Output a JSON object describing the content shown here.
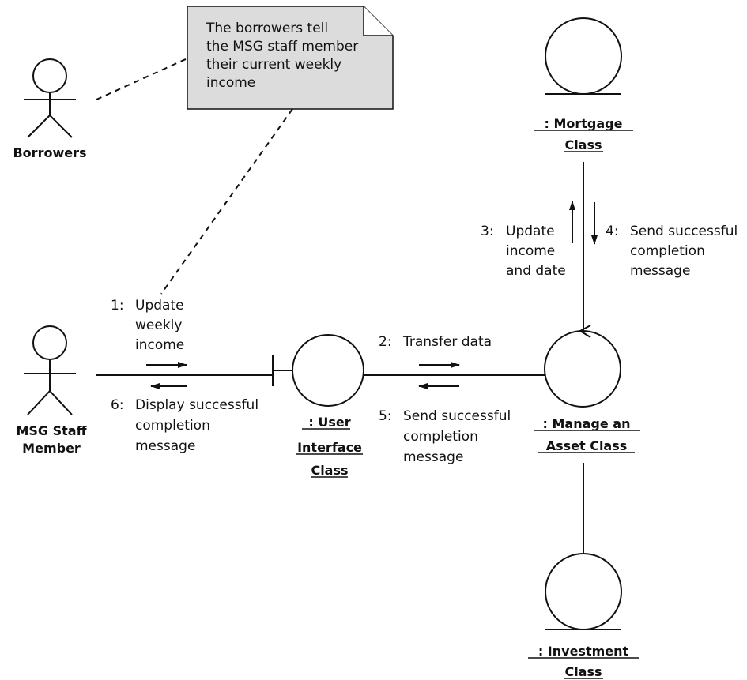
{
  "note": {
    "lines": [
      "The borrowers tell",
      "the MSG staff member",
      "their current weekly",
      "income"
    ],
    "fill_color": "#dcdcdc"
  },
  "actors": {
    "borrowers": {
      "label": "Borrowers"
    },
    "msg_staff": {
      "lines": [
        "MSG Staff",
        "Member"
      ]
    }
  },
  "objects": {
    "user_interface": {
      "stereotype": "boundary",
      "lines": [
        ": User",
        "Interface",
        "Class"
      ]
    },
    "manage_asset": {
      "stereotype": "control",
      "lines": [
        ": Manage an",
        "Asset Class"
      ]
    },
    "mortgage": {
      "stereotype": "entity",
      "lines": [
        ": Mortgage",
        "Class"
      ]
    },
    "investment": {
      "stereotype": "entity",
      "lines": [
        ": Investment",
        "Class"
      ]
    }
  },
  "messages": [
    {
      "number": "1:",
      "lines": [
        "Update",
        "weekly",
        "income"
      ]
    },
    {
      "number": "2:",
      "lines": [
        "Transfer data"
      ]
    },
    {
      "number": "3:",
      "lines": [
        "Update",
        "income",
        "and date"
      ]
    },
    {
      "number": "4:",
      "lines": [
        "Send successful",
        "completion",
        "message"
      ]
    },
    {
      "number": "5:",
      "lines": [
        "Send successful",
        "completion",
        "message"
      ]
    },
    {
      "number": "6:",
      "lines": [
        "Display successful",
        "completion",
        "message"
      ]
    }
  ]
}
